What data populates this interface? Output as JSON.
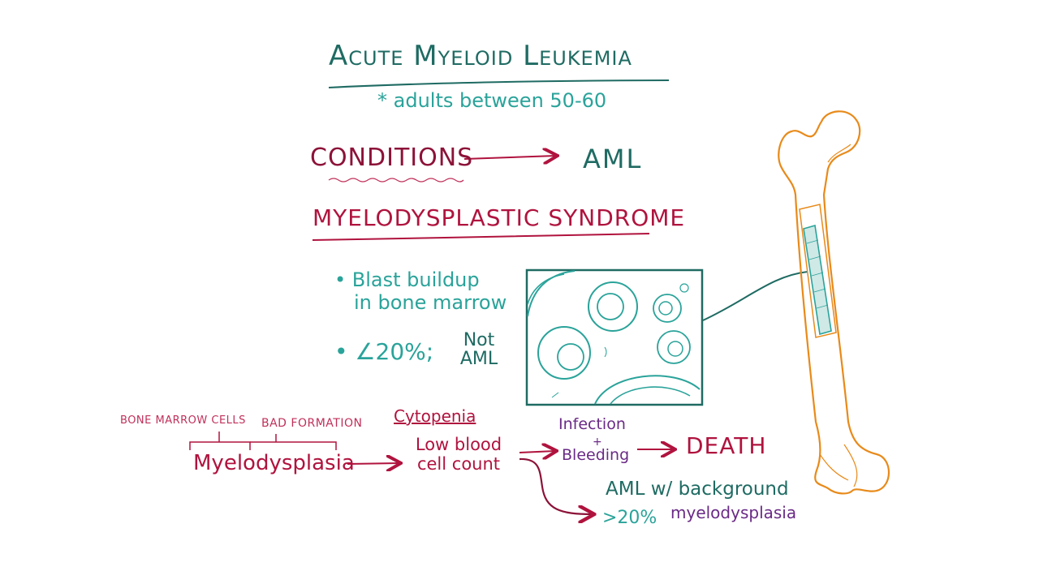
{
  "title": "Acute Myeloid Leukemia",
  "subtitle": "* adults between 50-60",
  "conditions_label": "CONDITIONS",
  "aml_label": "AML",
  "syndrome_heading": "MYELODYSPLASTIC SYNDROME",
  "bullets": [
    {
      "line1": "• Blast buildup",
      "line2": "in bone marrow"
    },
    {
      "text": "• ∠20%;"
    }
  ],
  "not_aml": "Not AML",
  "bracket_labels": {
    "left": "BONE MARROW CELLS",
    "right": "BAD FORMATION"
  },
  "flow": {
    "myelodysplasia": "Myelodysplasia",
    "cytopenia": "Cytopenia",
    "low_blood": "Low blood cell count",
    "infection": "Infection",
    "plus": "+",
    "bleeding": "Bleeding",
    "death": "DEATH",
    "aml_background": "AML w/ background",
    "gt20": ">20%",
    "myelodysplasia_small": "myelodysplasia"
  },
  "colors": {
    "teal": "#1f6b63",
    "cyan": "#2aa39a",
    "crimson": "#b0133e",
    "bone_orange": "#e88a1a",
    "purple": "#6a2a86"
  },
  "icons": [
    "bone-marrow-cells-diagram",
    "femur-bone-illustration"
  ]
}
